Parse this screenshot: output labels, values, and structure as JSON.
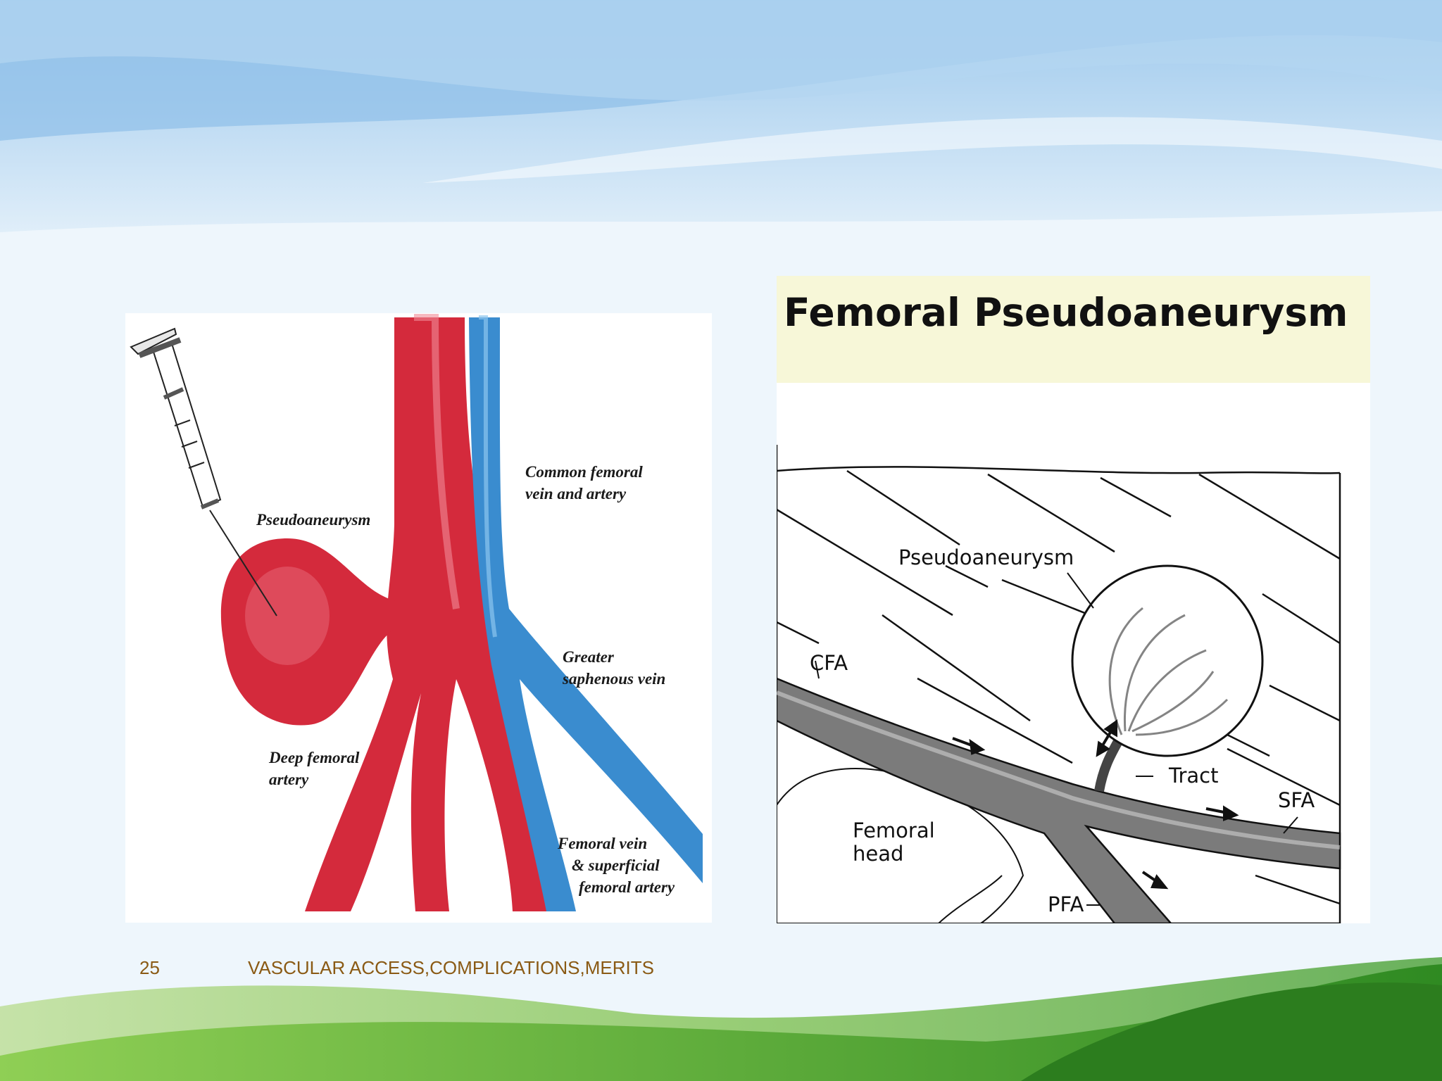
{
  "slide": {
    "title": "Femoral Pseudoaneurysm",
    "page_number": "25",
    "footer_text": "VASCULAR ACCESS,COMPLICATIONS,MERITS"
  },
  "left_figure": {
    "labels": {
      "pseudoaneurysm": "Pseudoaneurysm",
      "common_femoral_1": "Common femoral",
      "common_femoral_2": "vein and artery",
      "greater_saphenous_1": "Greater",
      "greater_saphenous_2": "saphenous vein",
      "deep_femoral_1": "Deep femoral",
      "deep_femoral_2": "artery",
      "femoral_vein_1": "Femoral vein",
      "femoral_vein_2": "& superficial",
      "femoral_vein_3": "femoral artery"
    },
    "colors": {
      "artery": "#d42a3c",
      "vein": "#3a8ccf"
    }
  },
  "right_figure": {
    "labels": {
      "pseudoaneurysm": "Pseudoaneurysm",
      "cfa": "CFA",
      "tract": "Tract",
      "sfa": "SFA",
      "femoral_head_1": "Femoral",
      "femoral_head_2": "head",
      "pfa": "PFA"
    }
  }
}
